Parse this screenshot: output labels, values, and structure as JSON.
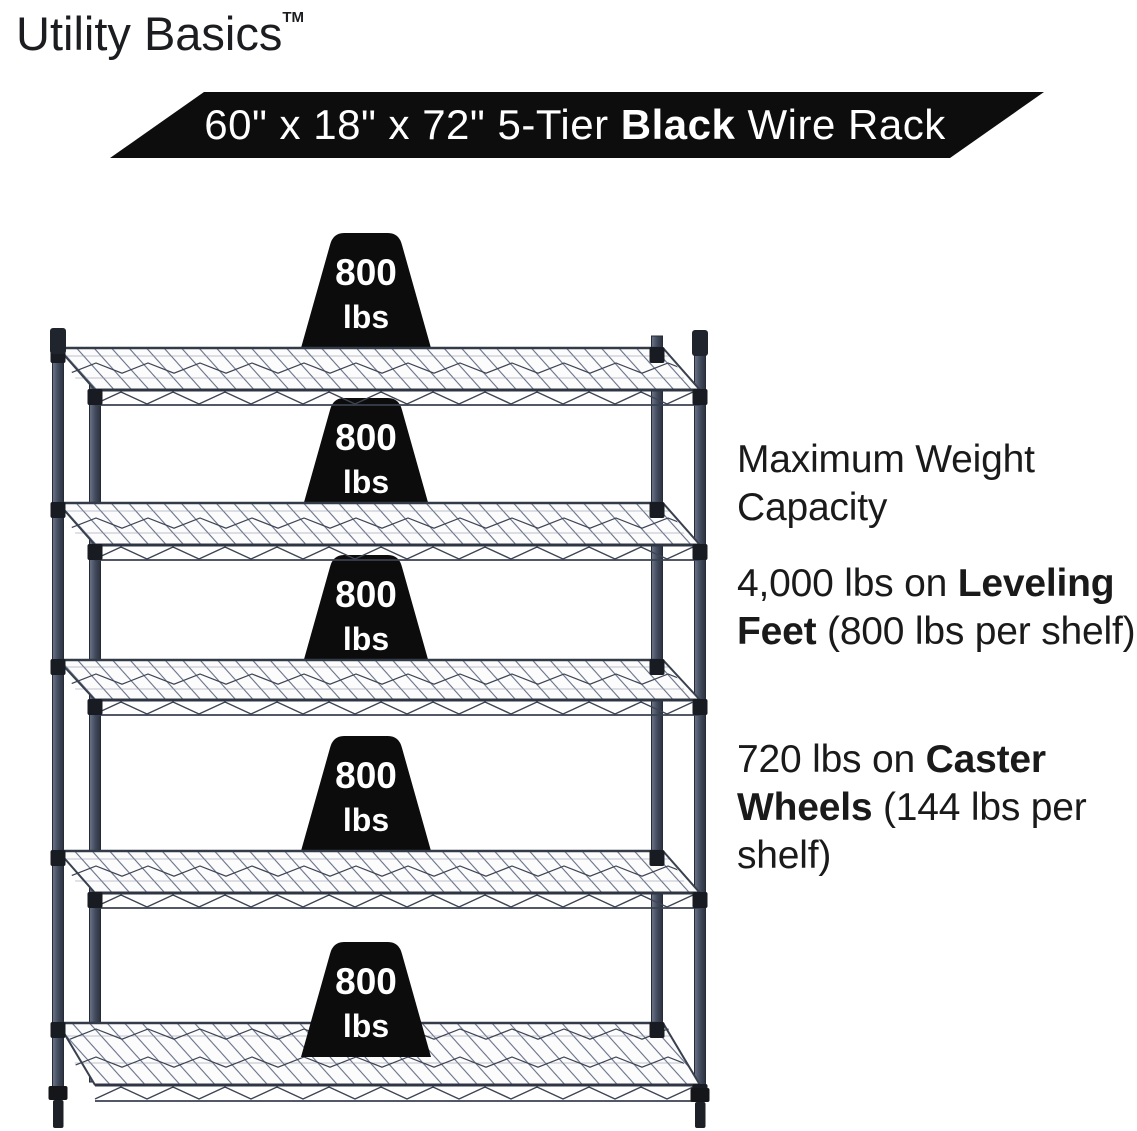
{
  "brand": {
    "name": "Utility Basics",
    "tm": "TM"
  },
  "banner": {
    "pre": "60\" x 18\" x 72\" 5-Tier ",
    "bold": "Black",
    "post": " Wire Rack"
  },
  "rack": {
    "tiers": 5,
    "weights": [
      {
        "value": "800",
        "unit": "lbs"
      },
      {
        "value": "800",
        "unit": "lbs"
      },
      {
        "value": "800",
        "unit": "lbs"
      },
      {
        "value": "800",
        "unit": "lbs"
      },
      {
        "value": "800",
        "unit": "lbs"
      }
    ]
  },
  "info": {
    "heading": "Maximum Weight Capacity",
    "leveling": {
      "pre": "4,000 lbs on ",
      "bold": "Leveling Feet",
      "post": " (800 lbs per shelf)"
    },
    "caster": {
      "pre": "720 lbs on ",
      "bold": "Caster Wheels",
      "post": " (144 lbs per shelf)"
    }
  },
  "colors": {
    "banner_bg": "#0d0d0d",
    "weight_marker": "#0c0c0c",
    "wire_dark": "#3d4454",
    "wire_light": "#667086",
    "hardware_black": "#181b21",
    "text": "#1a1a1a"
  }
}
